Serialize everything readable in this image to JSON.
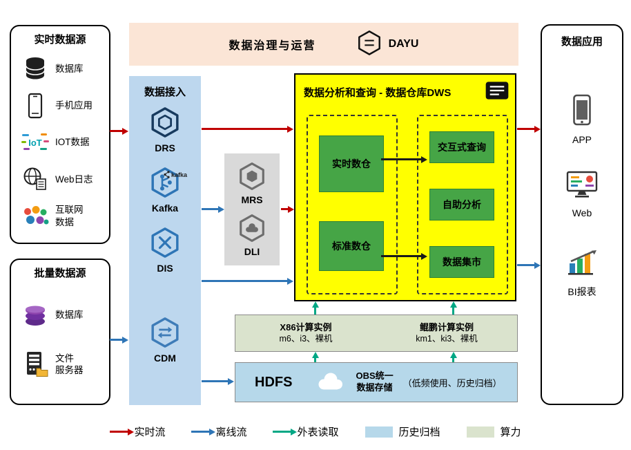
{
  "governance": {
    "title": "数据治理与运营",
    "product": "DAYU"
  },
  "realtime_sources": {
    "title": "实时数据源",
    "items": [
      {
        "label": "数据库"
      },
      {
        "label": "手机应用"
      },
      {
        "label": "IOT数据",
        "icon_text": "IoT"
      },
      {
        "label": "Web日志"
      },
      {
        "label": "互联网\n数据"
      }
    ]
  },
  "batch_sources": {
    "title": "批量数据源",
    "items": [
      {
        "label": "数据库"
      },
      {
        "label": "文件\n服务器"
      }
    ]
  },
  "ingestion": {
    "title": "数据接入",
    "services": [
      {
        "label": "DRS"
      },
      {
        "label": "Kafka",
        "logo_text": "kafka"
      },
      {
        "label": "DIS"
      },
      {
        "label": "CDM"
      }
    ]
  },
  "middleware": {
    "services": [
      {
        "label": "MRS"
      },
      {
        "label": "DLI"
      }
    ]
  },
  "dws": {
    "title": "数据分析和查询 - 数据仓库DWS",
    "warehouses": [
      {
        "label": "实时数仓"
      },
      {
        "label": "标准数仓"
      }
    ],
    "services": [
      {
        "label": "交互式查询"
      },
      {
        "label": "自助分析"
      },
      {
        "label": "数据集市"
      }
    ]
  },
  "compute": {
    "x86_title": "X86计算实例",
    "x86_spec": "m6、i3、裸机",
    "kunpeng_title": "鲲鹏计算实例",
    "kunpeng_spec": "km1、ki3、裸机"
  },
  "storage": {
    "hdfs": "HDFS",
    "obs_label": "OBS统一\n数据存储",
    "note": "（低频使用、历史归档）"
  },
  "applications": {
    "title": "数据应用",
    "items": [
      {
        "label": "APP"
      },
      {
        "label": "Web"
      },
      {
        "label": "BI报表"
      }
    ]
  },
  "legend": {
    "realtime": "实时流",
    "offline": "离线流",
    "external": "外表读取",
    "archive": "历史归档",
    "compute": "算力"
  },
  "colors": {
    "realtime_flow": "#c00000",
    "offline_flow": "#2e75b6",
    "external_read": "#00a784",
    "archive_fill": "#b6d8ea",
    "compute_fill": "#dae3cd",
    "dws_fill": "#ffff00",
    "warehouse_green": "#46a546",
    "ingestion_fill": "#bdd7ee",
    "governance_fill": "#fbe5d6",
    "middleware_fill": "#d9d9d9"
  }
}
